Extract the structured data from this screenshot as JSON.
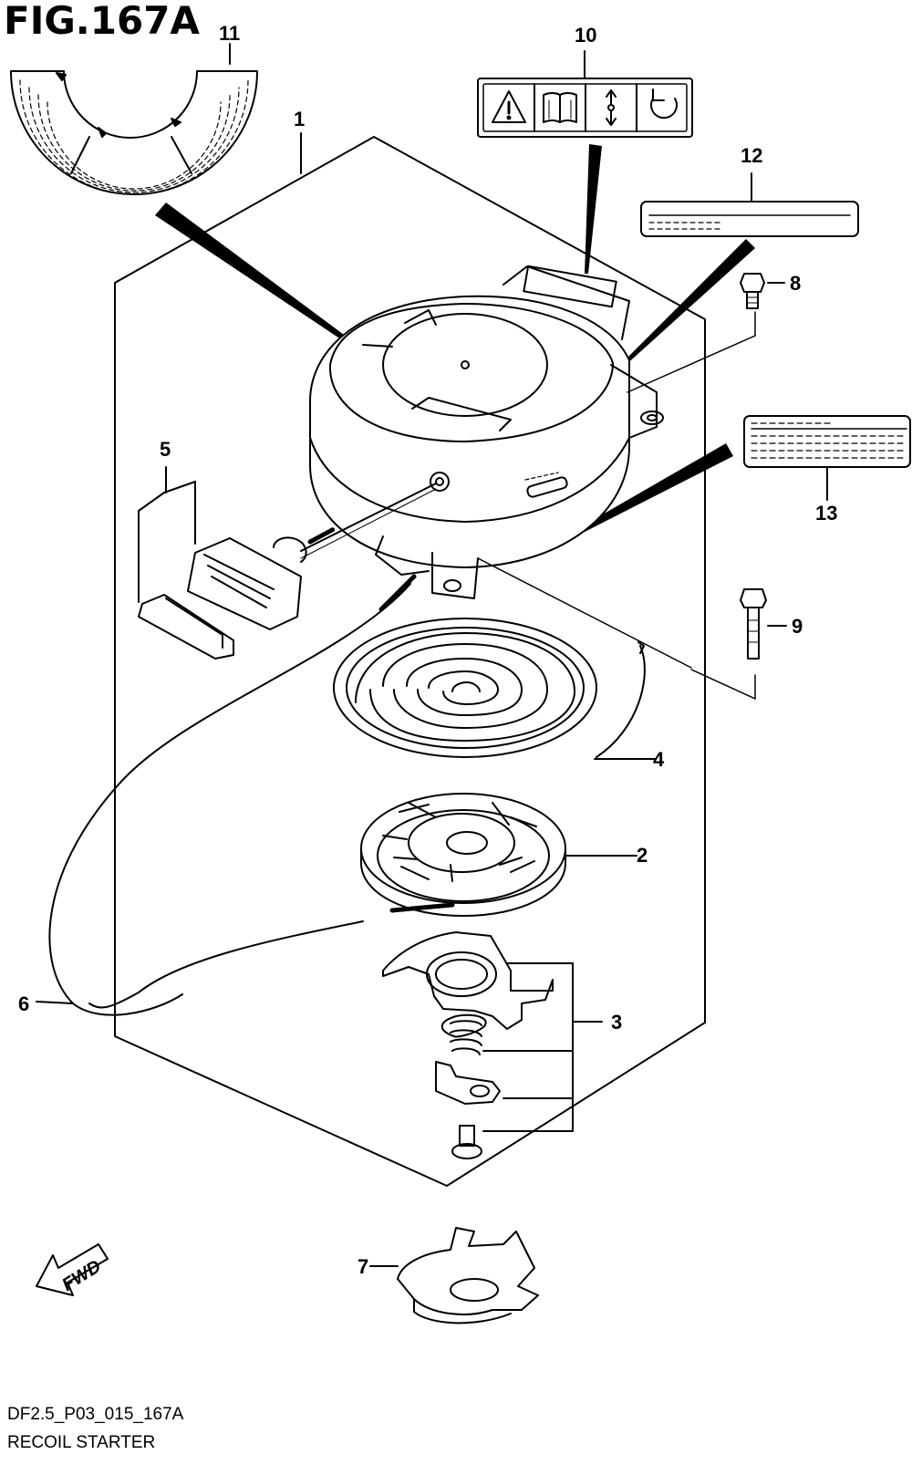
{
  "figure": {
    "title": "FIG.167A"
  },
  "footer": {
    "code": "DF2.5_P03_015_167A",
    "name": "RECOIL STARTER"
  },
  "callouts": {
    "c1": "1",
    "c2": "2",
    "c3": "3",
    "c4": "4",
    "c5": "5",
    "c6": "6",
    "c7": "7",
    "c8": "8",
    "c9": "9",
    "c10": "10",
    "c11": "11",
    "c12": "12",
    "c13": "13"
  },
  "fwd": {
    "label": "FWD"
  },
  "icons": [
    "warning-icon",
    "manual-book-icon",
    "choke-arrow-icon",
    "rotation-icon"
  ]
}
